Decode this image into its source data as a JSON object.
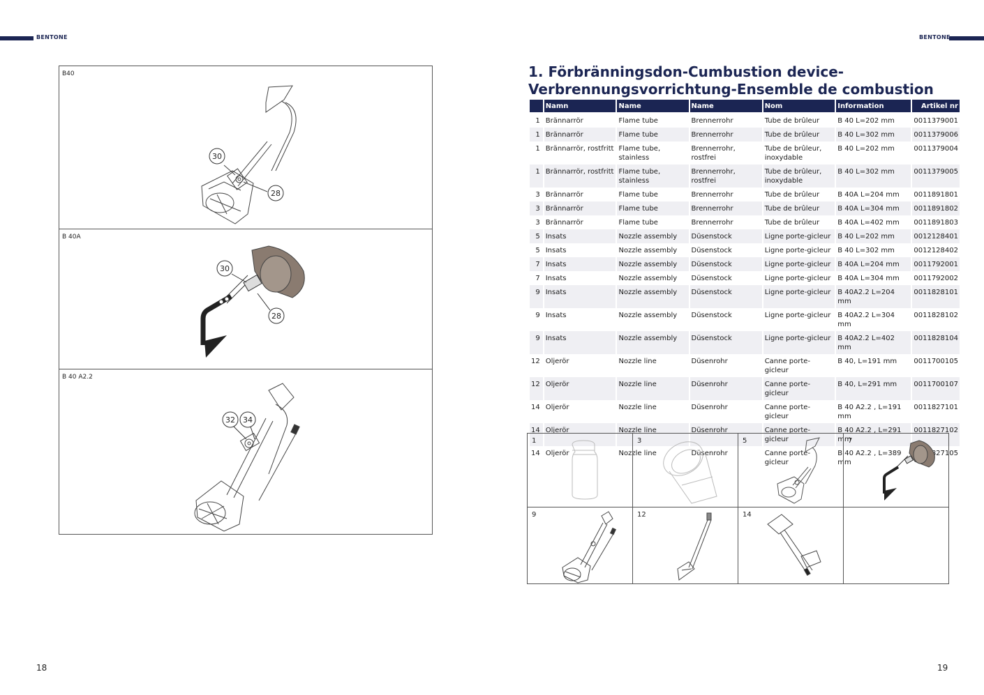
{
  "brand": "BENTONE",
  "left_page": {
    "page_number": "18",
    "diagrams": [
      {
        "label": "B40",
        "callouts": [
          "30",
          "28"
        ]
      },
      {
        "label": "B 40A",
        "callouts": [
          "30",
          "28"
        ]
      },
      {
        "label": "B 40 A2.2",
        "callouts": [
          "32",
          "34"
        ]
      }
    ]
  },
  "right_page": {
    "page_number": "19",
    "title_line1": "1. Förbränningsdon-Cumbustion device-",
    "title_line2": "Verbrennungsvorrichtung-Ensemble de combustion",
    "table": {
      "headers": [
        "",
        "Namn",
        "Name",
        "Name",
        "Nom",
        "Information",
        "Artikel nr"
      ],
      "rows": [
        [
          "1",
          "Brännarrör",
          "Flame tube",
          "Brennerrohr",
          "Tube de brûleur",
          "B 40 L=202 mm",
          "0011379001"
        ],
        [
          "1",
          "Brännarrör",
          "Flame tube",
          "Brennerrohr",
          "Tube de brûleur",
          "B 40 L=302 mm",
          "0011379006"
        ],
        [
          "1",
          "Brännarrör, rostfritt",
          "Flame tube, stainless",
          "Brennerrohr, rostfrei",
          "Tube de brûleur, inoxydable",
          "B 40 L=202 mm",
          "0011379004"
        ],
        [
          "1",
          "Brännarrör, rostfritt",
          "Flame tube, stainless",
          "Brennerrohr, rostfrei",
          "Tube de brûleur, inoxydable",
          "B 40 L=302 mm",
          "0011379005"
        ],
        [
          "3",
          "Brännarrör",
          "Flame tube",
          "Brennerrohr",
          "Tube de brûleur",
          "B 40A L=204 mm",
          "0011891801"
        ],
        [
          "3",
          "Brännarrör",
          "Flame tube",
          "Brennerrohr",
          "Tube de brûleur",
          "B 40A L=304 mm",
          "0011891802"
        ],
        [
          "3",
          "Brännarrör",
          "Flame tube",
          "Brennerrohr",
          "Tube de brûleur",
          "B 40A L=402 mm",
          "0011891803"
        ],
        [
          "5",
          "Insats",
          "Nozzle assembly",
          "Düsenstock",
          "Ligne porte-gicleur",
          "B 40 L=202 mm",
          "0012128401"
        ],
        [
          "5",
          "Insats",
          "Nozzle assembly",
          "Düsenstock",
          "Ligne porte-gicleur",
          "B 40 L=302 mm",
          "0012128402"
        ],
        [
          "7",
          "Insats",
          "Nozzle assembly",
          "Düsenstock",
          "Ligne porte-gicleur",
          "B 40A L=204 mm",
          "0011792001"
        ],
        [
          "7",
          "Insats",
          "Nozzle assembly",
          "Düsenstock",
          "Ligne porte-gicleur",
          "B 40A L=304 mm",
          "0011792002"
        ],
        [
          "9",
          "Insats",
          "Nozzle assembly",
          "Düsenstock",
          "Ligne porte-gicleur",
          "B 40A2.2 L=204 mm",
          "0011828101"
        ],
        [
          "9",
          "Insats",
          "Nozzle assembly",
          "Düsenstock",
          "Ligne porte-gicleur",
          "B 40A2.2 L=304 mm",
          "0011828102"
        ],
        [
          "9",
          "Insats",
          "Nozzle assembly",
          "Düsenstock",
          "Ligne porte-gicleur",
          "B 40A2.2 L=402 mm",
          "0011828104"
        ],
        [
          "12",
          "Oljerör",
          "Nozzle line",
          "Düsenrohr",
          "Canne porte-gicleur",
          "B 40, L=191 mm",
          "0011700105"
        ],
        [
          "12",
          "Oljerör",
          "Nozzle line",
          "Düsenrohr",
          "Canne porte-gicleur",
          "B 40, L=291 mm",
          "0011700107"
        ],
        [
          "14",
          "Oljerör",
          "Nozzle line",
          "Düsenrohr",
          "Canne porte-gicleur",
          "B 40 A2.2 , L=191 mm",
          "0011827101"
        ],
        [
          "14",
          "Oljerör",
          "Nozzle line",
          "Düsenrohr",
          "Canne porte-gicleur",
          "B 40 A2.2 , L=291 mm",
          "0011827102"
        ],
        [
          "14",
          "Oljerör",
          "Nozzle line",
          "Düsenrohr",
          "Canne porte-gicleur",
          "B 40 A2.2 , L=389 mm",
          "0011827105"
        ]
      ]
    },
    "thumbnails": [
      {
        "label": "1",
        "icon": "flame-tube-icon"
      },
      {
        "label": "3",
        "icon": "flame-tube-angled-icon"
      },
      {
        "label": "5",
        "icon": "nozzle-assembly-icon"
      },
      {
        "label": "7",
        "icon": "nozzle-assembly-a-icon"
      },
      {
        "label": "9",
        "icon": "nozzle-assembly-a22-icon"
      },
      {
        "label": "12",
        "icon": "nozzle-line-icon"
      },
      {
        "label": "14",
        "icon": "nozzle-line-a22-icon"
      },
      {
        "label": "",
        "icon": ""
      }
    ]
  },
  "colors": {
    "brand_navy": "#1b2553",
    "row_alt": "#efeff3",
    "part_brown": "#8a7b70"
  }
}
